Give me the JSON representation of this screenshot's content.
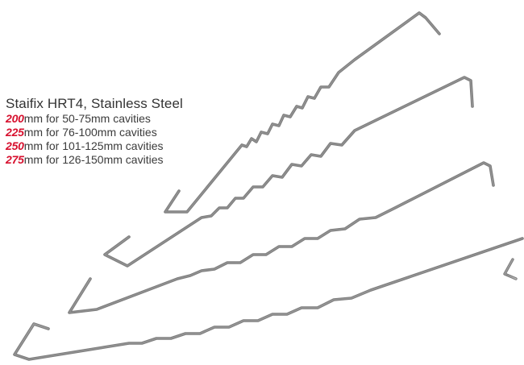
{
  "product": {
    "title": "Staifix HRT4, Stainless Steel",
    "sizes": [
      {
        "size": "200",
        "description": "mm for 50-75mm cavities"
      },
      {
        "size": "225",
        "description": "mm for 76-100mm cavities"
      },
      {
        "size": "250",
        "description": "mm for 101-125mm cavities"
      },
      {
        "size": "275",
        "description": "mm for 126-150mm cavities"
      }
    ]
  },
  "colors": {
    "accent": "#d7102e",
    "text": "#3b3b3b",
    "wire": "#9a9a9a"
  },
  "icons": {
    "tie": "wire-wall-tie-icon"
  }
}
